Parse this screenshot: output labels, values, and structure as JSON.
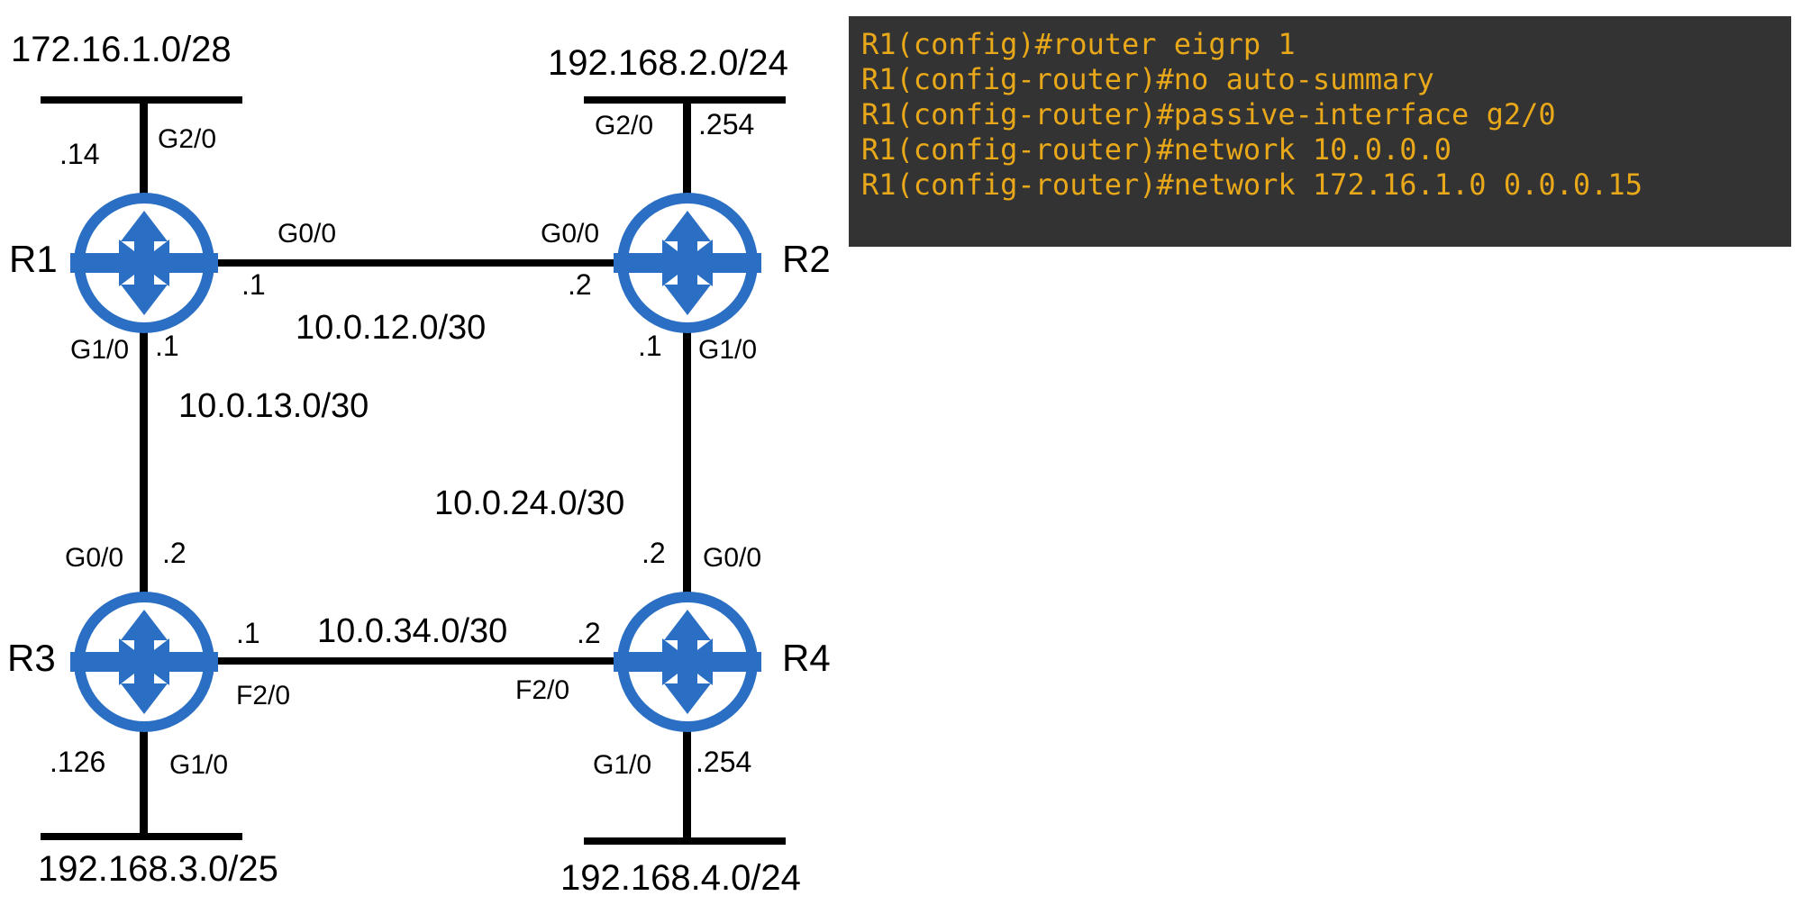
{
  "diagram": {
    "title": "EIGRP four-router topology",
    "colors": {
      "router_blue": "#2a6fc4",
      "link_black": "#000000",
      "terminal_bg": "#333333",
      "terminal_text": "#e8a819"
    },
    "routers": [
      {
        "id": "R1",
        "label": "R1"
      },
      {
        "id": "R2",
        "label": "R2"
      },
      {
        "id": "R3",
        "label": "R3"
      },
      {
        "id": "R4",
        "label": "R4"
      }
    ],
    "lans": [
      {
        "id": "lan-r1",
        "subnet": "172.16.1.0/28",
        "router": "R1",
        "iface": "G2/0",
        "host": ".14"
      },
      {
        "id": "lan-r2",
        "subnet": "192.168.2.0/24",
        "router": "R2",
        "iface": "G2/0",
        "host": ".254"
      },
      {
        "id": "lan-r3",
        "subnet": "192.168.3.0/25",
        "router": "R3",
        "iface": "G1/0",
        "host": ".126"
      },
      {
        "id": "lan-r4",
        "subnet": "192.168.4.0/24",
        "router": "R4",
        "iface": "G1/0",
        "host": ".254"
      }
    ],
    "links": [
      {
        "id": "link-r1-r2",
        "subnet": "10.0.12.0/30",
        "a": {
          "router": "R1",
          "iface": "G0/0",
          "host": ".1"
        },
        "b": {
          "router": "R2",
          "iface": "G0/0",
          "host": ".2"
        }
      },
      {
        "id": "link-r1-r3",
        "subnet": "10.0.13.0/30",
        "a": {
          "router": "R1",
          "iface": "G1/0",
          "host": ".1"
        },
        "b": {
          "router": "R3",
          "iface": "G0/0",
          "host": ".2"
        }
      },
      {
        "id": "link-r2-r4",
        "subnet": "10.0.24.0/30",
        "a": {
          "router": "R2",
          "iface": "G1/0",
          "host": ".1"
        },
        "b": {
          "router": "R4",
          "iface": "G0/0",
          "host": ".2"
        }
      },
      {
        "id": "link-r3-r4",
        "subnet": "10.0.34.0/30",
        "a": {
          "router": "R3",
          "iface": "F2/0",
          "host": ".1"
        },
        "b": {
          "router": "R4",
          "iface": "F2/0",
          "host": ".2"
        }
      }
    ]
  },
  "terminal": {
    "lines": [
      "R1(config)#router eigrp 1",
      "R1(config-router)#no auto-summary",
      "R1(config-router)#passive-interface g2/0",
      "R1(config-router)#network 10.0.0.0",
      "R1(config-router)#network 172.16.1.0 0.0.0.15"
    ],
    "line_0": "R1(config)#router eigrp 1",
    "line_1": "R1(config-router)#no auto-summary",
    "line_2": "R1(config-router)#passive-interface g2/0",
    "line_3": "R1(config-router)#network 10.0.0.0",
    "line_4": "R1(config-router)#network 172.16.1.0 0.0.0.15"
  }
}
